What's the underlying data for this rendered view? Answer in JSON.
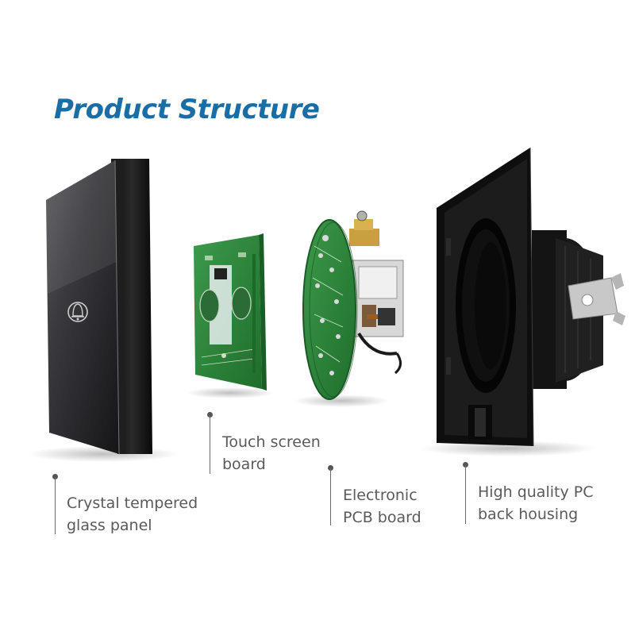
{
  "title": "Product Structure",
  "components": [
    {
      "name": "glass-panel",
      "label_lines": [
        "Crystal tempered",
        "glass panel"
      ]
    },
    {
      "name": "touch-board",
      "label_lines": [
        "Touch screen",
        "board"
      ]
    },
    {
      "name": "pcb-board",
      "label_lines": [
        "Electronic",
        "PCB board"
      ]
    },
    {
      "name": "back-housing",
      "label_lines": [
        "High quality PC",
        "back housing"
      ]
    }
  ],
  "colors": {
    "title": "#1a6ea6",
    "label": "#5a5a5a",
    "pcb_green": "#2e8b3e",
    "housing": "#141414"
  },
  "icons": [
    "bell-icon"
  ]
}
